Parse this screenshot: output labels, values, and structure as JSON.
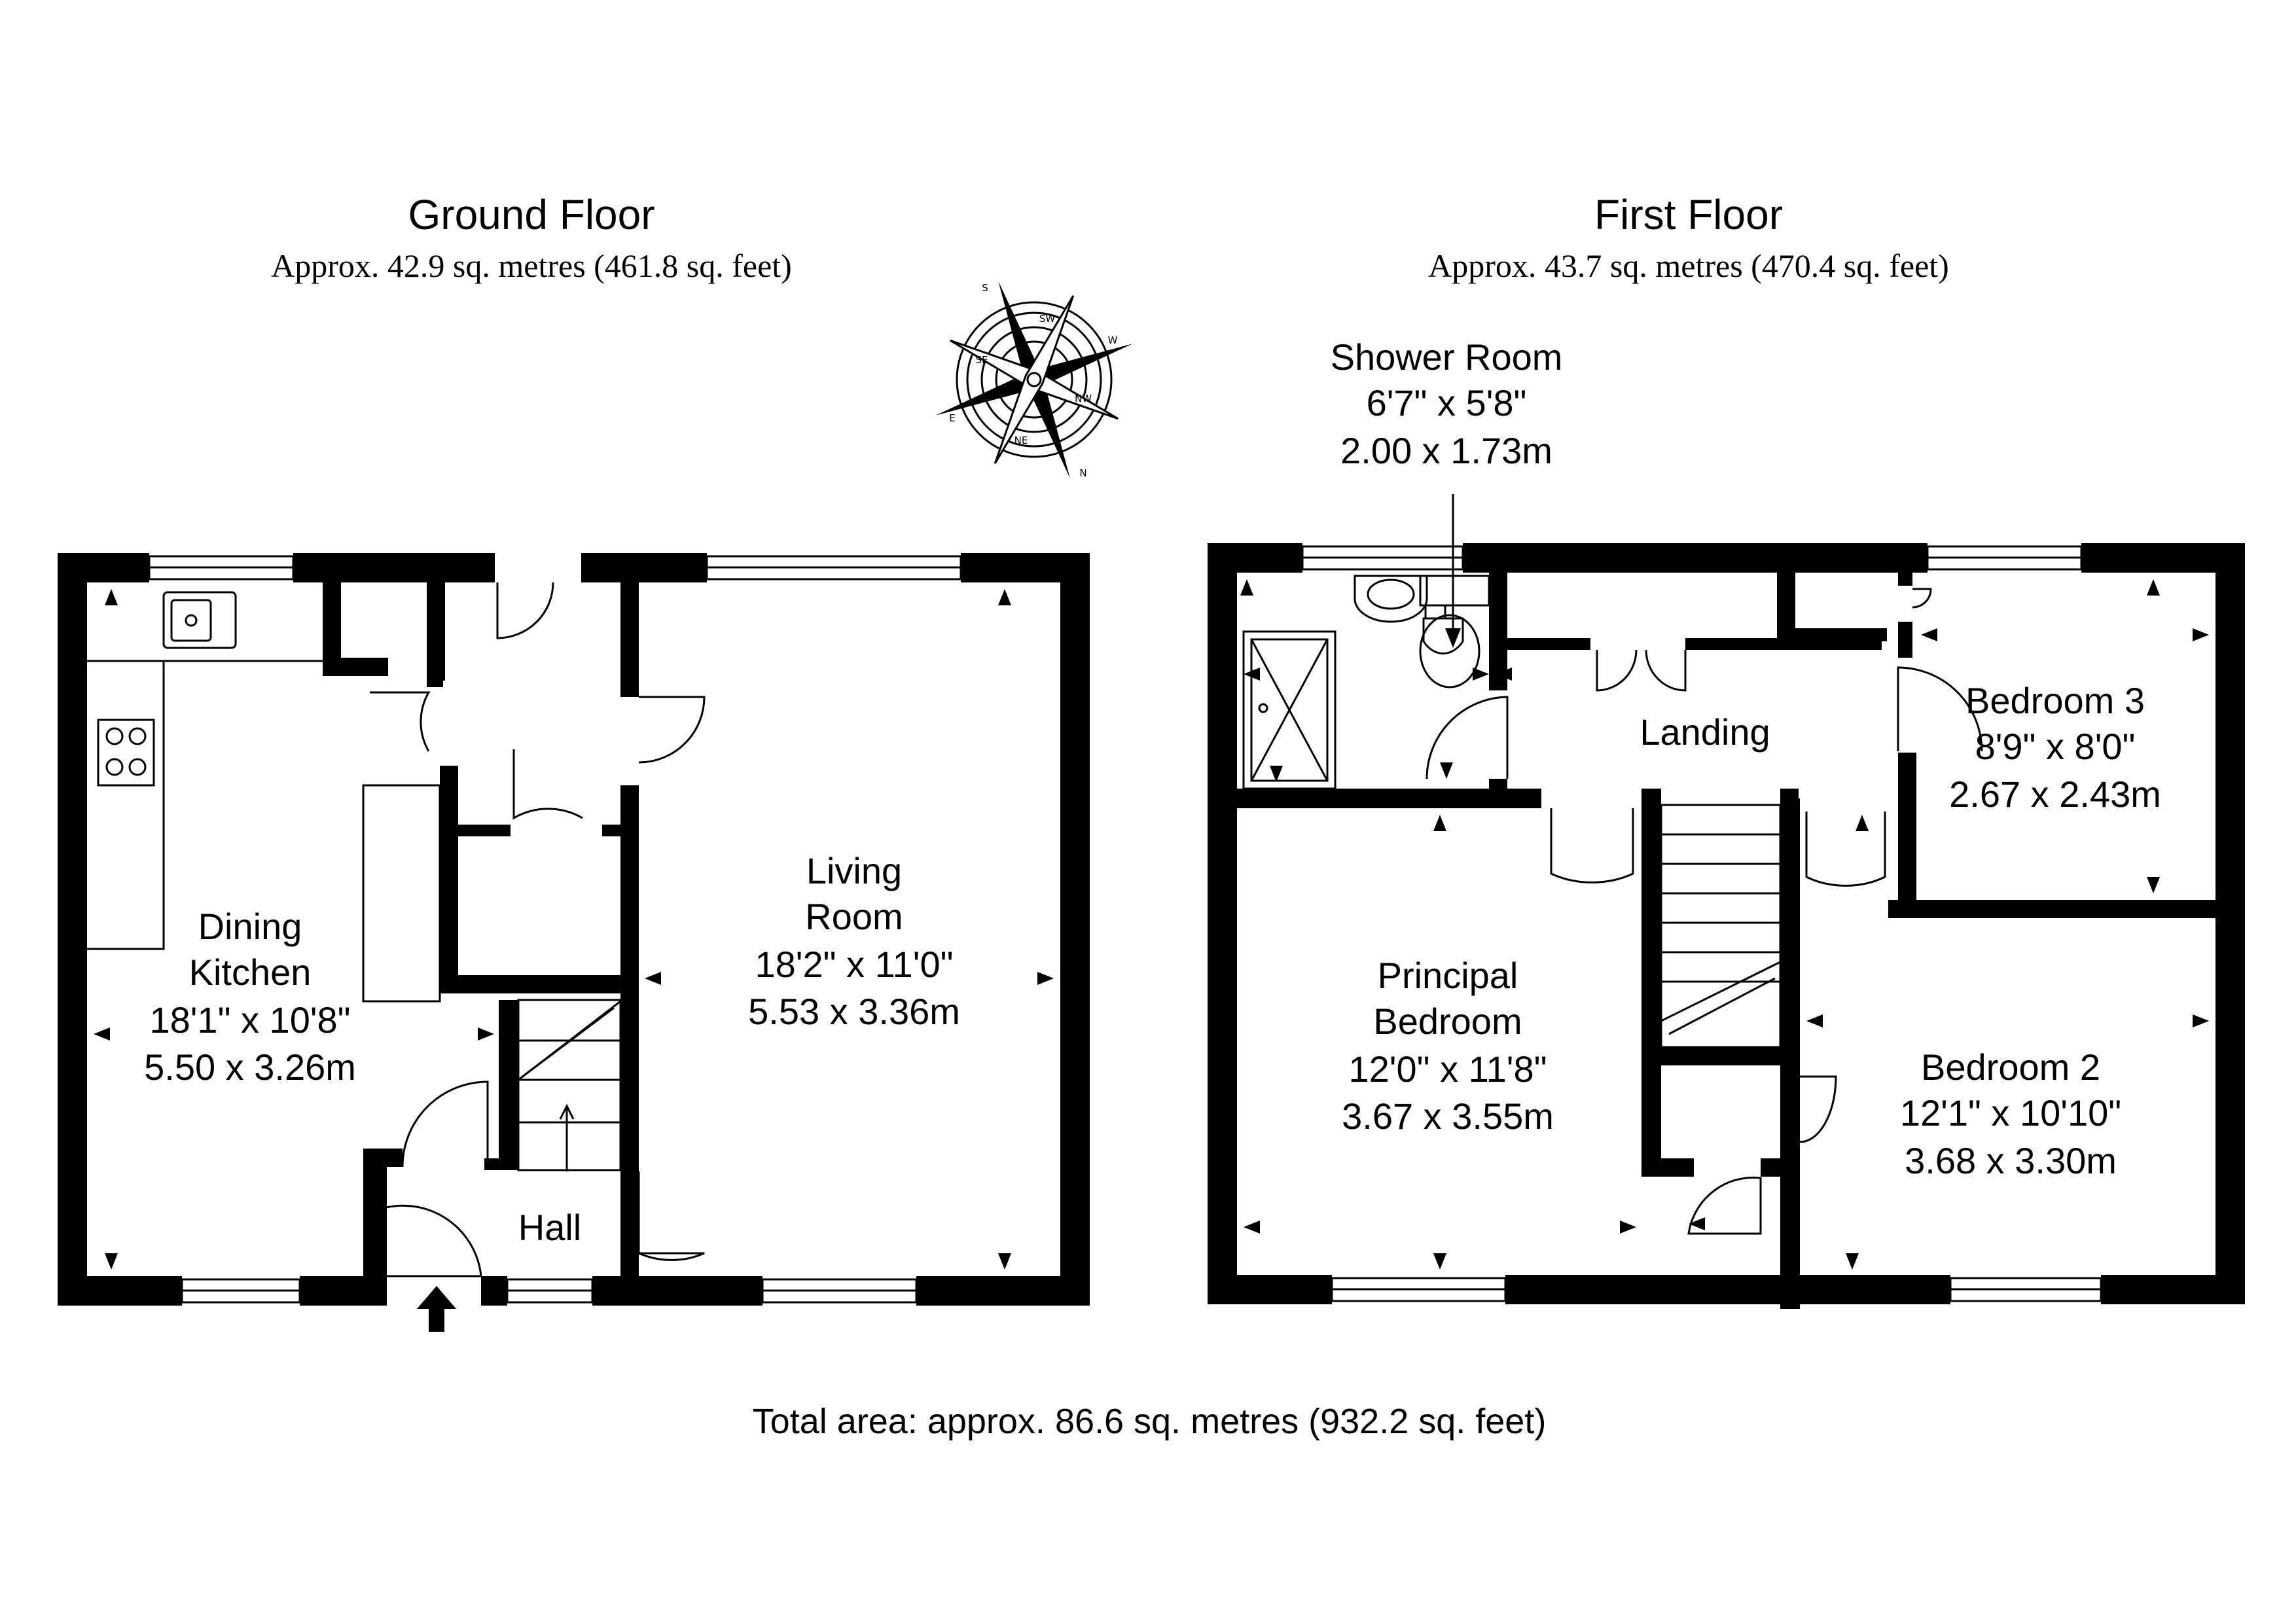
{
  "floors": [
    {
      "title": "Ground Floor",
      "area": "Approx. 42.9 sq. metres (461.8 sq. feet)"
    },
    {
      "title": "First Floor",
      "area": "Approx. 43.7 sq. metres (470.4 sq. feet)"
    }
  ],
  "rooms": {
    "dining_kitchen": [
      "Dining",
      "Kitchen",
      "18'1\" x 10'8\"",
      "5.50 x 3.26m"
    ],
    "living_room": [
      "Living",
      "Room",
      "18'2\" x 11'0\"",
      "5.53 x 3.36m"
    ],
    "hall": [
      "Hall"
    ],
    "shower_room": [
      "Shower Room",
      "6'7\" x 5'8\"",
      "2.00 x 1.73m"
    ],
    "landing": [
      "Landing"
    ],
    "bedroom_3": [
      "Bedroom 3",
      "8'9\" x 8'0\"",
      "2.67 x 2.43m"
    ],
    "principal_bedroom": [
      "Principal",
      "Bedroom",
      "12'0\" x 11'8\"",
      "3.67 x 3.55m"
    ],
    "bedroom_2": [
      "Bedroom 2",
      "12'1\" x 10'10\"",
      "3.68 x 3.30m"
    ]
  },
  "compass": {
    "points": [
      "S",
      "SW",
      "W",
      "NW",
      "N",
      "NE",
      "E",
      "SE"
    ]
  },
  "total_area": "Total area: approx. 86.6 sq. metres (932.2 sq. feet)"
}
